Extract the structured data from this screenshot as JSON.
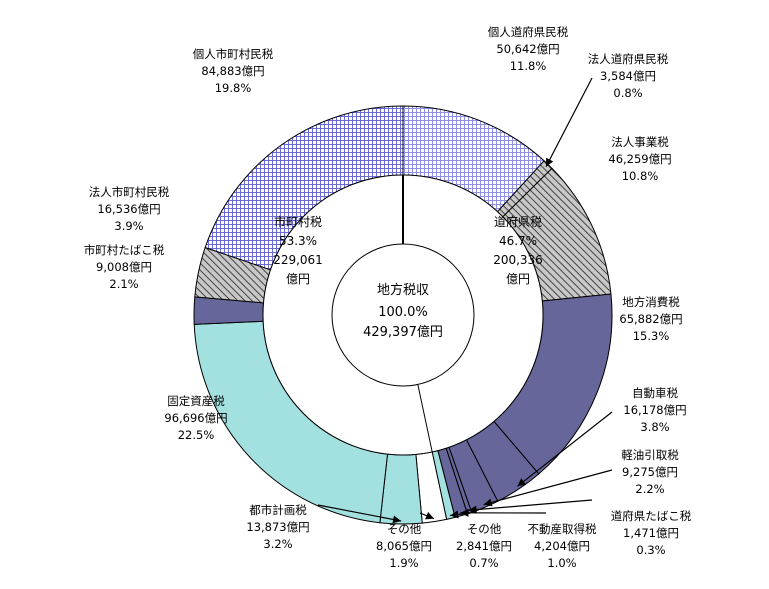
{
  "chart_data": {
    "type": "donut",
    "total": {
      "label": "地方税収",
      "percent": "100.0%",
      "amount": "429,397億円"
    },
    "inner": [
      {
        "name": "道府県税",
        "percent": "46.7%",
        "amount": "200,336",
        "unit": "億円",
        "value": 200336
      },
      {
        "name": "市町村税",
        "percent": "53.3%",
        "amount": "229,061",
        "unit": "億円",
        "value": 229061
      }
    ],
    "slices": [
      {
        "name": "個人道府県民税",
        "amount": "50,642億円",
        "percent": "11.8%",
        "value": 50642,
        "group": "pref",
        "fill": "lightgrid"
      },
      {
        "name": "法人道府県民税",
        "amount": "3,584億円",
        "percent": "0.8%",
        "value": 3584,
        "group": "pref",
        "fill": "hatch"
      },
      {
        "name": "法人事業税",
        "amount": "46,259億円",
        "percent": "10.8%",
        "value": 46259,
        "group": "pref",
        "fill": "hatch"
      },
      {
        "name": "地方消費税",
        "amount": "65,882億円",
        "percent": "15.3%",
        "value": 65882,
        "group": "pref",
        "fill": "navy"
      },
      {
        "name": "自動車税",
        "amount": "16,178億円",
        "percent": "3.8%",
        "value": 16178,
        "group": "pref",
        "fill": "navy"
      },
      {
        "name": "軽油引取税",
        "amount": "9,275億円",
        "percent": "2.2%",
        "value": 9275,
        "group": "pref",
        "fill": "navy"
      },
      {
        "name": "道府県たばこ税",
        "amount": "1,471億円",
        "percent": "0.3%",
        "value": 1471,
        "group": "pref",
        "fill": "navy"
      },
      {
        "name": "不動産取得税",
        "amount": "4,204億円",
        "percent": "1.0%",
        "value": 4204,
        "group": "pref",
        "fill": "navy"
      },
      {
        "name": "その他",
        "amount": "2,841億円",
        "percent": "0.7%",
        "value": 2841,
        "group": "pref",
        "fill": "cyan"
      },
      {
        "name": "その他",
        "amount": "8,065億円",
        "percent": "1.9%",
        "value": 8065,
        "group": "muni",
        "fill": "white"
      },
      {
        "name": "都市計画税",
        "amount": "13,873億円",
        "percent": "3.2%",
        "value": 13873,
        "group": "muni",
        "fill": "cyan"
      },
      {
        "name": "固定資産税",
        "amount": "96,696億円",
        "percent": "22.5%",
        "value": 96696,
        "group": "muni",
        "fill": "cyan"
      },
      {
        "name": "市町村たばこ税",
        "amount": "9,008億円",
        "percent": "2.1%",
        "value": 9008,
        "group": "muni",
        "fill": "navy"
      },
      {
        "name": "法人市町村民税",
        "amount": "16,536億円",
        "percent": "3.9%",
        "value": 16536,
        "group": "muni",
        "fill": "hatch"
      },
      {
        "name": "個人市町村民税",
        "amount": "84,883億円",
        "percent": "19.8%",
        "value": 84883,
        "group": "muni",
        "fill": "grid"
      }
    ],
    "colors": {
      "navy": "#66669a",
      "cyan": "#a3e0e0",
      "grid": "#6b6bd6",
      "lightgrid": "#8f8fe6",
      "hatch": "#444444"
    }
  }
}
